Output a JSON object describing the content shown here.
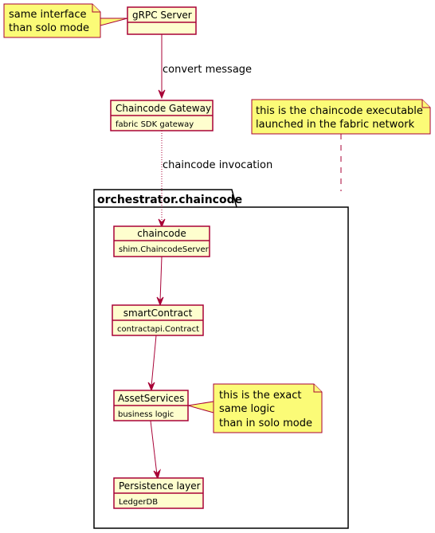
{
  "nodes": {
    "grpc_server": {
      "title": "gRPC Server",
      "subtitle": ""
    },
    "chaincode_gateway": {
      "title": "Chaincode Gateway",
      "subtitle": "fabric SDK gateway"
    },
    "chaincode": {
      "title": "chaincode",
      "subtitle": "shim.ChaincodeServer"
    },
    "smart_contract": {
      "title": "smartContract",
      "subtitle": "contractapi.Contract"
    },
    "asset_services": {
      "title": "AssetServices",
      "subtitle": "business logic"
    },
    "persistence_layer": {
      "title": "Persistence layer",
      "subtitle": "LedgerDB"
    }
  },
  "package": {
    "name": "orchestrator.chaincode"
  },
  "edges": {
    "grpc_to_gateway": "convert message",
    "gateway_to_chaincode": "chaincode invocation"
  },
  "notes": {
    "solo_interface": [
      "same interface",
      "than solo mode"
    ],
    "chaincode_executable": [
      "this is the chaincode executable",
      "launched in the fabric network"
    ],
    "same_logic": [
      "this is the exact",
      "same logic",
      "than in solo mode"
    ]
  },
  "colors": {
    "box_fill": "#FEFECE",
    "border": "#A80036",
    "note_fill": "#FBFB77",
    "package_border": "#000000"
  }
}
